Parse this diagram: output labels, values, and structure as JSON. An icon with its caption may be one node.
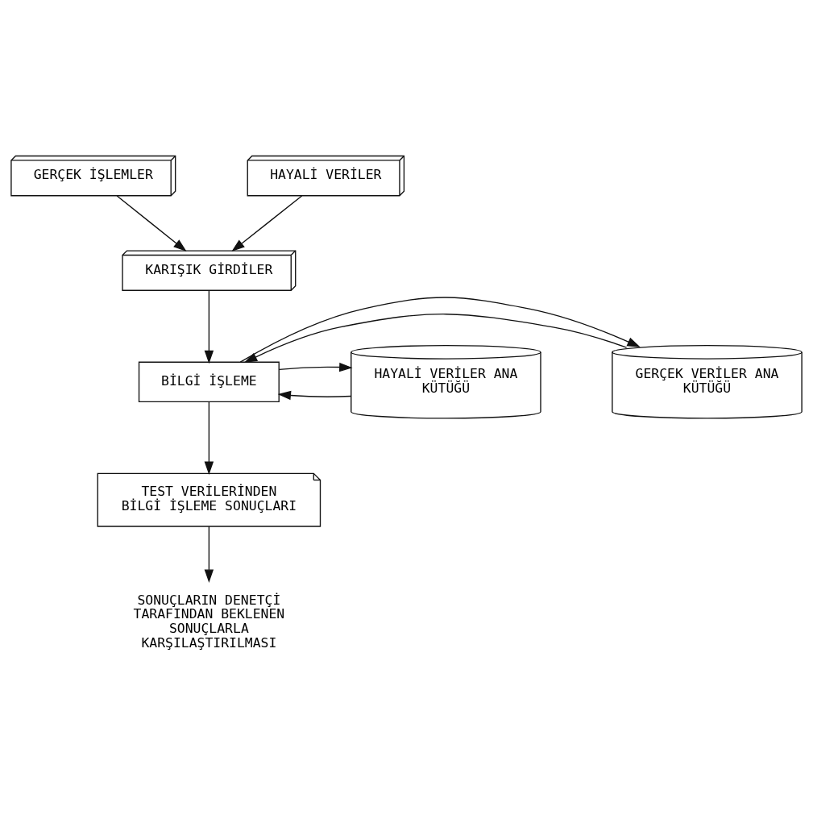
{
  "diagram": {
    "nodes": [
      {
        "text": [
          "GERÇEK İŞLEMLER"
        ]
      },
      {
        "text": [
          "HAYALİ VERİLER"
        ]
      },
      {
        "text": [
          "KARIŞIK GİRDİLER"
        ]
      },
      {
        "text": [
          "GERÇEK VERİLER ANA KÜTÜĞÜ"
        ]
      },
      {
        "text": [
          "BİLGİ İŞLEME"
        ]
      },
      {
        "text": [
          "HAYALİ VERİLER ANA KÜTÜĞÜ"
        ]
      },
      {
        "text": [
          "TEST VERİLERİNDEN BİLGİ İŞLEME SONUÇLARI"
        ]
      },
      {
        "text": [
          "SONUÇLARIN DENETÇİ TARAFINDAN BEKLENEN SONUÇLARLA KARŞILAŞTIRILMASI"
        ]
      }
    ],
    "edges": [
      {
        "from": 0,
        "to": 2,
        "arrow": "to"
      },
      {
        "from": 1,
        "to": 2,
        "arrow": "to"
      },
      {
        "from": 2,
        "to": 4,
        "arrow": "to"
      },
      {
        "from": 3,
        "to": 4,
        "arrow": "to"
      },
      {
        "from": 4,
        "to": 3,
        "arrow": "to"
      },
      {
        "from": 5,
        "to": 4,
        "arrow": "to"
      },
      {
        "from": 4,
        "to": 5,
        "arrow": "to"
      },
      {
        "from": 4,
        "to": 6,
        "arrow": "to"
      },
      {
        "from": 6,
        "to": 7,
        "arrow": "to"
      }
    ]
  }
}
